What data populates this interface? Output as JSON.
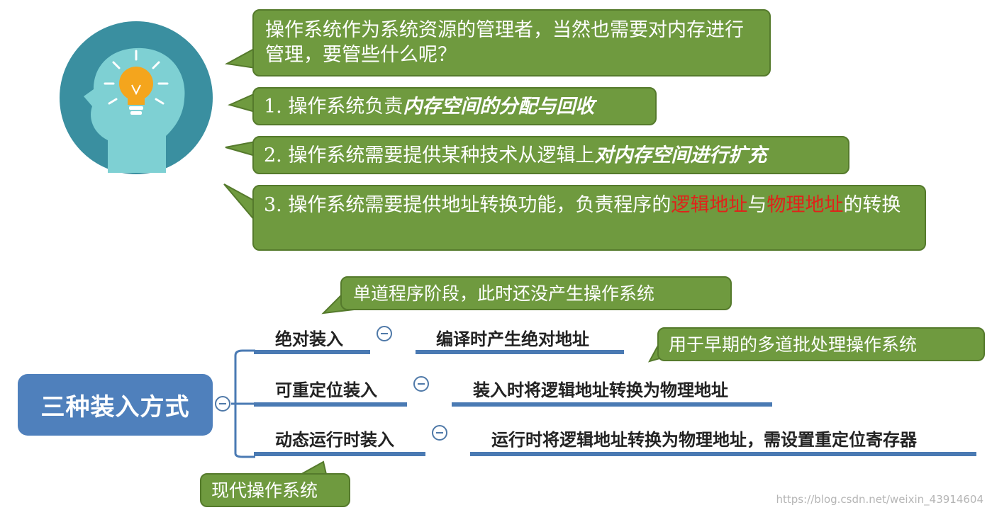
{
  "head_icon": {
    "name": "head-lightbulb-icon",
    "colors": {
      "circle": "#3a8fa0",
      "head": "#7ed0d3",
      "bulb": "#f4a51d"
    }
  },
  "callouts": {
    "intro": "操作系统作为系统资源的管理者，当然也需要对内存进行管理，要管些什么呢？",
    "item1_prefix": "1. 操作系统负责",
    "item1_emphasis": "内存空间的分配与回收",
    "item2_prefix": "2. 操作系统需要提供某种技术从逻辑上",
    "item2_emphasis": "对内存空间进行扩充",
    "item3_prefix": "3. 操作系统需要提供地址转换功能，负责程序的",
    "item3_red1": "逻辑地址",
    "item3_mid": "与",
    "item3_red2": "物理地址",
    "item3_suffix": "的转换"
  },
  "mindmap": {
    "central": "三种装入方式",
    "branches": [
      {
        "label": "绝对装入",
        "detail": "编译时产生绝对地址"
      },
      {
        "label": "可重定位装入",
        "detail": "装入时将逻辑地址转换为物理地址"
      },
      {
        "label": "动态运行时装入",
        "detail": "运行时将逻辑地址转换为物理地址，需设置重定位寄存器"
      }
    ],
    "notes": {
      "single_program": "单道程序阶段，此时还没产生操作系统",
      "early_batch": "用于早期的多道批处理操作系统",
      "modern": "现代操作系统"
    }
  },
  "watermark": "https://blog.csdn.net/weixin_43914604",
  "colors": {
    "bubble": "#6f9a3f",
    "node": "#4f80bc",
    "bar": "#4a7ab3",
    "highlight": "#e0221a"
  }
}
